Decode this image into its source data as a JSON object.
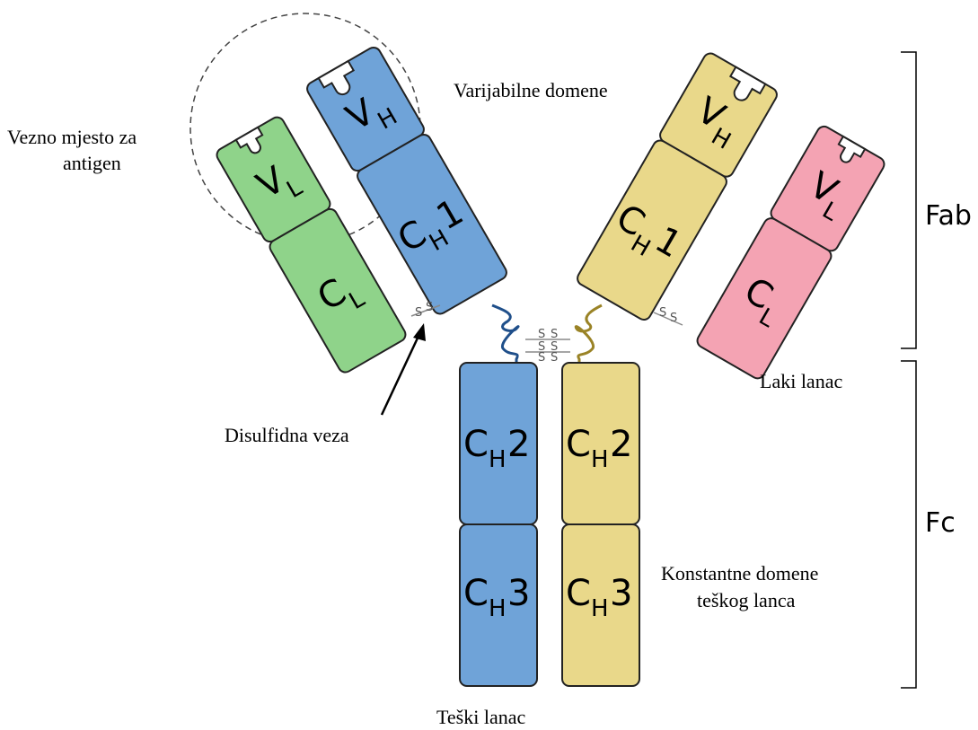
{
  "labels": {
    "variable_domains": "Varijabilne domene",
    "antigen_site_line1": "Vezno mjesto za",
    "antigen_site_line2": "antigen",
    "disulfide_bond": "Disulfidna veza",
    "light_chain": "Laki lanac",
    "constant_domains_line1": "Konstantne domene",
    "constant_domains_line2": "teškog lanca",
    "heavy_chain": "Teški lanac",
    "fab": "Fab",
    "fc": "Fc"
  },
  "domains": {
    "left_vl": {
      "main": "V",
      "sub": "L"
    },
    "left_cl": {
      "main": "C",
      "sub": "L"
    },
    "left_vh": {
      "main": "V",
      "sub": "H"
    },
    "left_ch1": {
      "main": "C",
      "sub": "H",
      "suffix": "1"
    },
    "right_vh": {
      "main": "V",
      "sub": "H"
    },
    "right_ch1": {
      "main": "C",
      "sub": "H",
      "suffix": "1"
    },
    "right_vl": {
      "main": "V",
      "sub": "L"
    },
    "right_cl": {
      "main": "C",
      "sub": "L"
    },
    "left_ch2": {
      "main": "C",
      "sub": "H",
      "suffix": "2"
    },
    "left_ch3": {
      "main": "C",
      "sub": "H",
      "suffix": "3"
    },
    "right_ch2": {
      "main": "C",
      "sub": "H",
      "suffix": "2"
    },
    "right_ch3": {
      "main": "C",
      "sub": "H",
      "suffix": "3"
    }
  },
  "disulfide_label": "S",
  "colors": {
    "light_chain_left": "#8fd38a",
    "heavy_chain_left": "#6fa3d8",
    "heavy_chain_right": "#e9d88a",
    "light_chain_right": "#f4a3b3",
    "hinge_left": "#1f4f8a",
    "hinge_right": "#9a8326",
    "outline": "#222222"
  }
}
